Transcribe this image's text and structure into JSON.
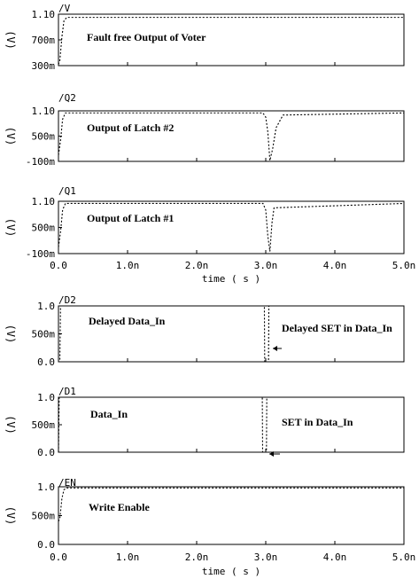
{
  "chart_data": [
    {
      "type": "line",
      "signal": "/V",
      "ylabel": "(V)",
      "ylim": [
        0.3,
        1.1
      ],
      "yticks": [
        {
          "v": 1.1,
          "t": "1.10"
        },
        {
          "v": 0.7,
          "t": "700m"
        },
        {
          "v": 0.3,
          "t": "300m"
        }
      ],
      "xlim": [
        0,
        5
      ],
      "annotation": "Fault free Output of Voter",
      "series": [
        {
          "x": [
            0,
            0.02,
            0.05,
            0.08,
            0.12,
            3,
            5
          ],
          "y": [
            0.32,
            0.38,
            0.75,
            1.0,
            1.05,
            1.05,
            1.05
          ]
        }
      ]
    },
    {
      "type": "line",
      "signal": "/Q2",
      "ylabel": "(V)",
      "ylim": [
        -0.1,
        1.1
      ],
      "yticks": [
        {
          "v": 1.1,
          "t": "1.10"
        },
        {
          "v": 0.5,
          "t": "500m"
        },
        {
          "v": -0.1,
          "t": "-100m"
        }
      ],
      "xlim": [
        0,
        5
      ],
      "annotation": "Output of Latch #2",
      "series": [
        {
          "x": [
            0,
            0.03,
            0.06,
            0.1,
            2.96,
            3.0,
            3.03,
            3.06,
            3.1,
            3.15,
            3.25,
            5
          ],
          "y": [
            0.05,
            0.4,
            0.9,
            1.05,
            1.05,
            0.95,
            0.6,
            -0.08,
            0.2,
            0.7,
            1.0,
            1.05
          ]
        }
      ]
    },
    {
      "type": "line",
      "signal": "/Q1",
      "ylabel": "(V)",
      "ylim": [
        -0.1,
        1.1
      ],
      "yticks": [
        {
          "v": 1.1,
          "t": "1.10"
        },
        {
          "v": 0.5,
          "t": "500m"
        },
        {
          "v": -0.1,
          "t": "-100m"
        }
      ],
      "xlim": [
        0,
        5
      ],
      "annotation": "Output of Latch #1",
      "series": [
        {
          "x": [
            0,
            0.03,
            0.06,
            0.1,
            2.96,
            3.0,
            3.03,
            3.06,
            3.09,
            3.12,
            5
          ],
          "y": [
            0.05,
            0.4,
            0.9,
            1.05,
            1.05,
            0.9,
            0.3,
            -0.05,
            0.6,
            0.95,
            1.05
          ]
        }
      ]
    },
    {
      "type": "line",
      "signal": "/D2",
      "ylabel": "(V)",
      "ylim": [
        0,
        1
      ],
      "yticks": [
        {
          "v": 1,
          "t": "1.0"
        },
        {
          "v": 0.5,
          "t": "500m"
        },
        {
          "v": 0,
          "t": "0.0"
        }
      ],
      "xlim": [
        0,
        5
      ],
      "annotation": "Delayed Data_In",
      "annotation2": "Delayed SET in Data_In",
      "series": [
        {
          "x": [
            0,
            0.02,
            0.03,
            2.98,
            2.985,
            3.04,
            3.045,
            5
          ],
          "y": [
            0,
            0,
            1.0,
            1.0,
            0,
            0,
            1.0,
            1.0
          ]
        }
      ]
    },
    {
      "type": "line",
      "signal": "/D1",
      "ylabel": "(V)",
      "ylim": [
        0,
        1
      ],
      "yticks": [
        {
          "v": 1,
          "t": "1.0"
        },
        {
          "v": 0.5,
          "t": "500m"
        },
        {
          "v": 0,
          "t": "0.0"
        }
      ],
      "xlim": [
        0,
        5
      ],
      "annotation": "Data_In",
      "annotation2": "SET in Data_In",
      "series": [
        {
          "x": [
            0,
            0.0,
            0.01,
            2.95,
            2.955,
            3.01,
            3.015,
            5
          ],
          "y": [
            0,
            0,
            1.0,
            1.0,
            0,
            0,
            1.0,
            1.0
          ]
        }
      ]
    },
    {
      "type": "line",
      "signal": "/EN",
      "ylabel": "(V)",
      "ylim": [
        0,
        1
      ],
      "yticks": [
        {
          "v": 1,
          "t": "1.0"
        },
        {
          "v": 0.5,
          "t": "500m"
        },
        {
          "v": 0,
          "t": "0.0"
        }
      ],
      "xlim": [
        0,
        5
      ],
      "annotation": "Write Enable",
      "series": [
        {
          "x": [
            0,
            0.02,
            0.05,
            0.08,
            0.12,
            5
          ],
          "y": [
            0.4,
            0.45,
            0.8,
            0.95,
            0.98,
            0.98
          ]
        }
      ]
    }
  ],
  "xticks": [
    {
      "v": 0,
      "t": "0.0"
    },
    {
      "v": 1,
      "t": "1.0n"
    },
    {
      "v": 2,
      "t": "2.0n"
    },
    {
      "v": 3,
      "t": "3.0n"
    },
    {
      "v": 4,
      "t": "4.0n"
    },
    {
      "v": 5,
      "t": "5.0n"
    }
  ],
  "xlabel": "time ( s )"
}
